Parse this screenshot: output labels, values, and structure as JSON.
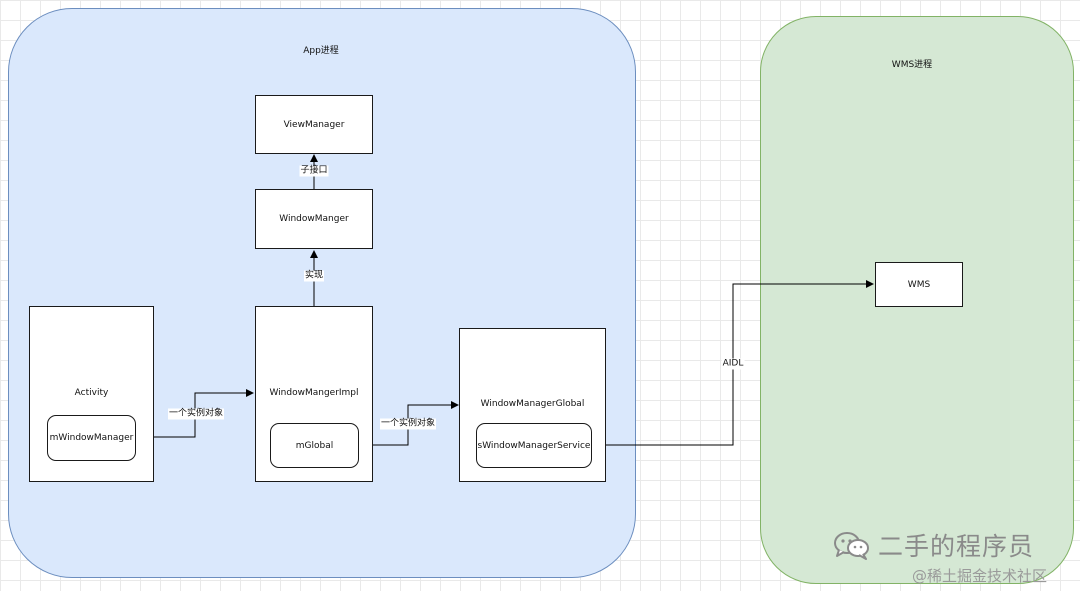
{
  "containers": {
    "app": {
      "title": "App进程"
    },
    "wms": {
      "title": "WMS进程"
    }
  },
  "nodes": {
    "view_manager": "ViewManager",
    "window_manger": "WindowManger",
    "activity": "Activity",
    "m_window_manager": "mWindowManager",
    "window_manger_impl": "WindowMangerImpl",
    "m_global": "mGlobal",
    "window_manager_global": "WindowManagerGlobal",
    "s_window_manager_service": "sWindowManagerService",
    "wms": "WMS"
  },
  "edges": {
    "sub_interface": "子接口",
    "implements": "实现",
    "instance_object_1": "一个实例对象",
    "instance_object_2": "一个实例对象",
    "aidl": "AIDL"
  },
  "watermark": {
    "brand": "二手的程序员",
    "site": "@稀土掘金技术社区",
    "icon": "wechat-icon"
  }
}
